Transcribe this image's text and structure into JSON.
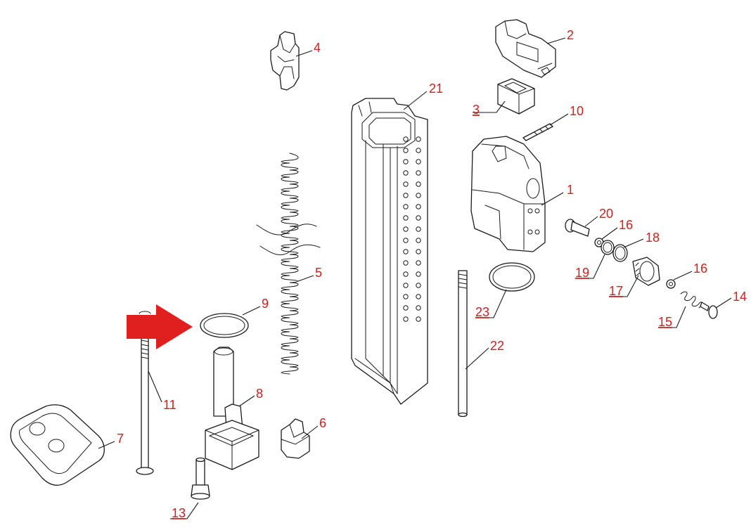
{
  "accent_color": "#d32020",
  "arrow_color": "#e01f1f",
  "callouts": [
    {
      "id": "1",
      "text": "1",
      "underlined": false
    },
    {
      "id": "2",
      "text": "2",
      "underlined": false
    },
    {
      "id": "3",
      "text": "3",
      "underlined": true
    },
    {
      "id": "4",
      "text": "4",
      "underlined": false
    },
    {
      "id": "5",
      "text": "5",
      "underlined": false
    },
    {
      "id": "6",
      "text": "6",
      "underlined": false
    },
    {
      "id": "7",
      "text": "7",
      "underlined": false
    },
    {
      "id": "8",
      "text": "8",
      "underlined": false
    },
    {
      "id": "9",
      "text": "9",
      "underlined": false
    },
    {
      "id": "10",
      "text": "10",
      "underlined": false
    },
    {
      "id": "11",
      "text": "11",
      "underlined": false
    },
    {
      "id": "13",
      "text": "13",
      "underlined": true
    },
    {
      "id": "14",
      "text": "14",
      "underlined": false
    },
    {
      "id": "15",
      "text": "15",
      "underlined": true
    },
    {
      "id": "16a",
      "text": "16",
      "underlined": false
    },
    {
      "id": "16b",
      "text": "16",
      "underlined": false
    },
    {
      "id": "17",
      "text": "17",
      "underlined": true
    },
    {
      "id": "18",
      "text": "18",
      "underlined": false
    },
    {
      "id": "19",
      "text": "19",
      "underlined": true
    },
    {
      "id": "20",
      "text": "20",
      "underlined": false
    },
    {
      "id": "21",
      "text": "21",
      "underlined": false
    },
    {
      "id": "22",
      "text": "22",
      "underlined": false
    },
    {
      "id": "23",
      "text": "23",
      "underlined": true
    }
  ]
}
